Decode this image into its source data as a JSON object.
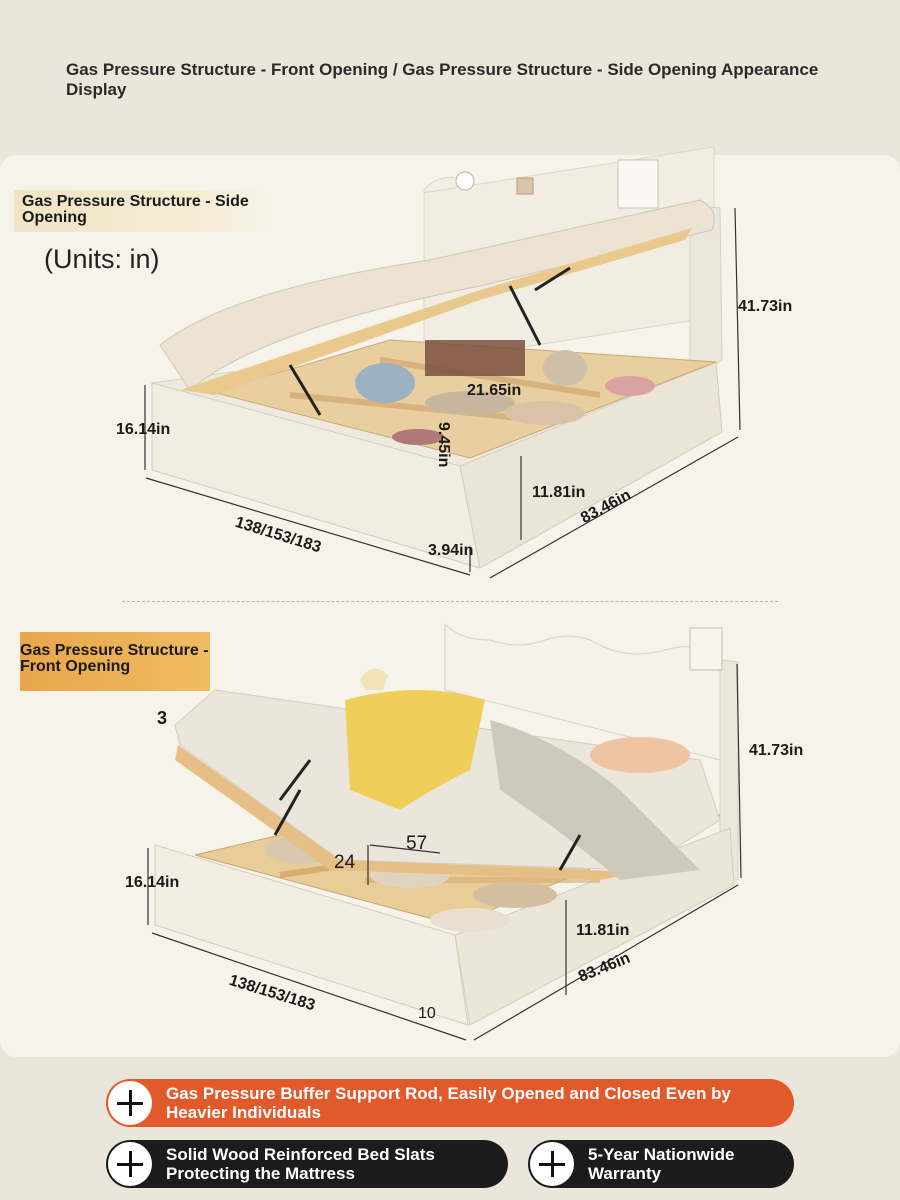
{
  "page_title": "Gas Pressure Structure - Front Opening / Gas Pressure Structure - Side Opening Appearance Display",
  "side_section": {
    "tag": "Gas Pressure Structure - Side Opening",
    "units": "(Units: in)",
    "dims": {
      "height_total": "41.73in",
      "compartment_width": "21.65in",
      "compartment_depth": "9.45in",
      "frame_height": "16.14in",
      "rail_height": "11.81in",
      "length": "83.46in",
      "width_options": "138/153/183",
      "leg_height": "3.94in"
    }
  },
  "front_section": {
    "tag": "Gas Pressure Structure - Front Opening",
    "dims": {
      "corner_label": "3",
      "height_total": "41.73in",
      "compartment_width": "57",
      "compartment_depth": "24",
      "frame_height": "16.14in",
      "rail_height": "11.81in",
      "length": "83.46in",
      "width_options": "138/153/183",
      "leg_height": "10"
    }
  },
  "features": [
    {
      "text": "Gas Pressure Buffer Support Rod, Easily Opened and Closed Even by Heavier Individuals",
      "color": "#e25a2c",
      "icon": "plus-icon"
    },
    {
      "text": "Solid Wood Reinforced Bed Slats Protecting the Mattress",
      "color": "#1c1c1c",
      "icon": "plus-icon"
    },
    {
      "text": "5-Year Nationwide Warranty",
      "color": "#1c1c1c",
      "icon": "plus-icon"
    }
  ]
}
